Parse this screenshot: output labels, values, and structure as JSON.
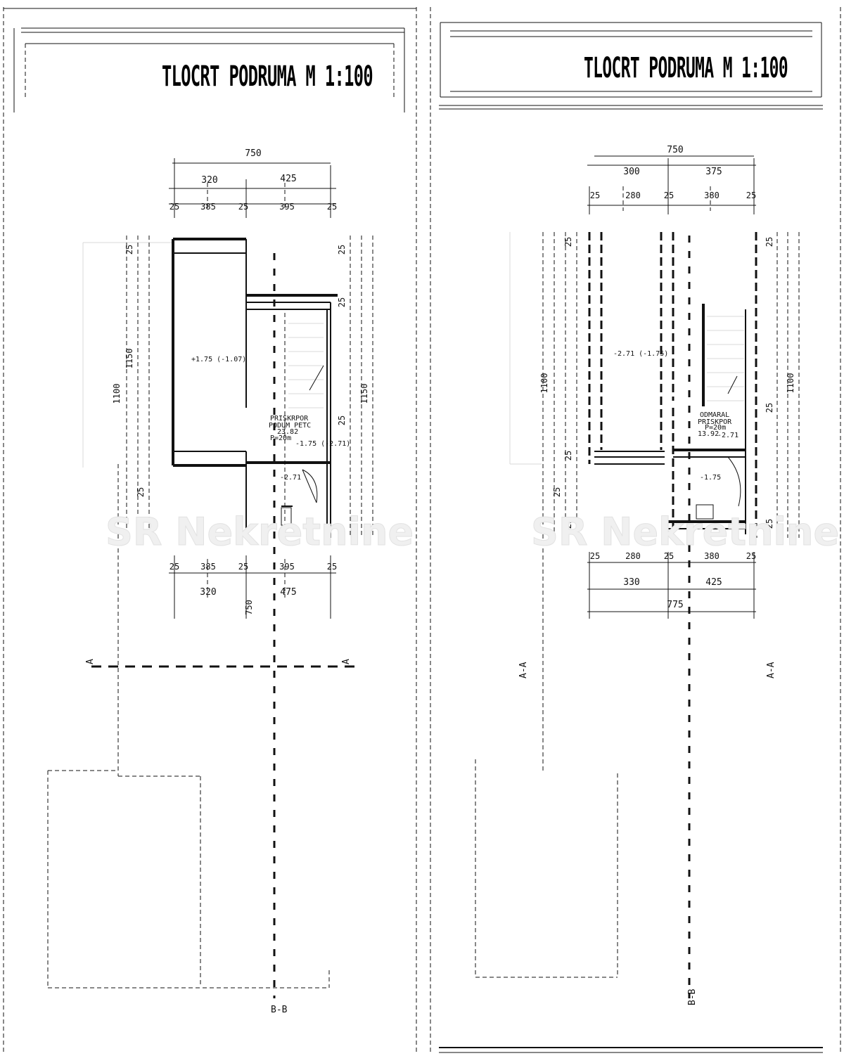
{
  "sheets": [
    {
      "title": "TLOCRT PODRUMA M 1:100",
      "dims_top": {
        "total": "750",
        "row1": [
          "320",
          "425"
        ],
        "row2": [
          "25",
          "385",
          "25",
          "395",
          "25"
        ]
      },
      "dims_bottom": {
        "row1": [
          "25",
          "385",
          "25",
          "395",
          "25"
        ],
        "row2": [
          "320",
          "475"
        ],
        "total": "750"
      },
      "dims_left": [
        "1100",
        "25",
        "25",
        "1150"
      ],
      "dims_right": [
        "25",
        "1150",
        "25",
        "25"
      ],
      "room_label": "+1.75 (-1.07)",
      "room2": {
        "name1": "PRISKRPOR",
        "name2": "PODUM PETC",
        "area": "23.82",
        "perim": "P=20m"
      },
      "level_1": "-1.75 (-2.71)",
      "level_2": "-2.71",
      "section_left": "A",
      "section_right": "A",
      "axis_bottom": "B-B"
    },
    {
      "title": "TLOCRT PODRUMA M 1:100",
      "dims_top": {
        "total": "750",
        "row1": [
          "300",
          "375"
        ],
        "row2": [
          "25",
          "280",
          "25",
          "380",
          "25"
        ]
      },
      "dims_bottom": {
        "row1": [
          "25",
          "280",
          "25",
          "380",
          "25"
        ],
        "row2": [
          "330",
          "425"
        ],
        "total": "775"
      },
      "dims_left": [
        "25",
        "1100",
        "25",
        "25",
        "25"
      ],
      "dims_right": [
        "25",
        "1100",
        "25",
        "25"
      ],
      "room_label": "-2.71 (-1.75)",
      "room2": {
        "name1": "ODMARAL",
        "name2": "PRISKPOR",
        "area": "13.92",
        "perim": "P=20m"
      },
      "level_1": "-2.71",
      "level_2": "-1.75",
      "section_left": "A-A",
      "section_right": "A-A",
      "axis_bottom": "B-B"
    }
  ],
  "watermark": "SR Nekretnine"
}
